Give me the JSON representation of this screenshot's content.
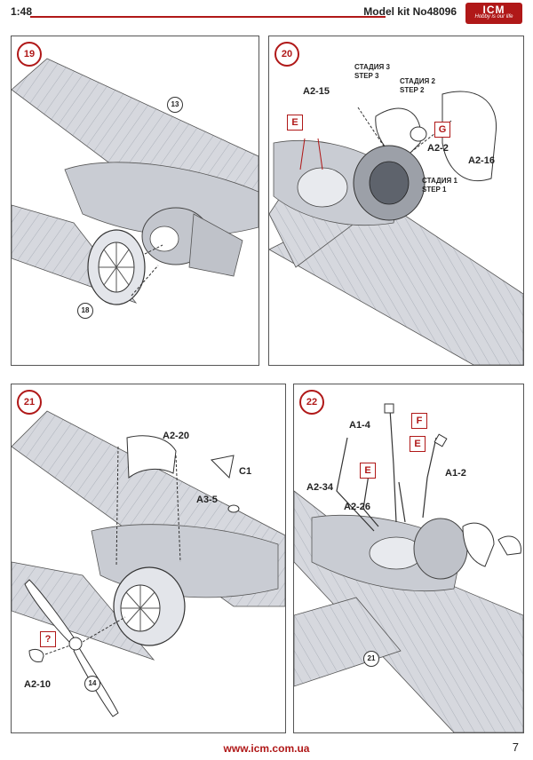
{
  "header": {
    "scale": "1:48",
    "kit": "Model kit No48096",
    "logo": "ICM",
    "slogan": "Hobby is our life"
  },
  "steps": [
    {
      "number": "19",
      "refs": [
        "13",
        "18"
      ]
    },
    {
      "number": "20",
      "parts": [
        "A2-15",
        "A2-2",
        "A2-16"
      ],
      "paint": [
        "E",
        "G"
      ],
      "stages": {
        "s3_ru": "СТАДИЯ 3",
        "s3_en": "STEP 3",
        "s2_ru": "СТАДИЯ 2",
        "s2_en": "STEP 2",
        "s1_ru": "СТАДИЯ 1",
        "s1_en": "STEP 1"
      }
    },
    {
      "number": "21",
      "parts": [
        "A2-20",
        "C1",
        "A3-5",
        "A2-10"
      ],
      "paint": [
        "?"
      ],
      "refs": [
        "14"
      ]
    },
    {
      "number": "22",
      "parts": [
        "A1-4",
        "A1-2",
        "A2-34",
        "A2-26"
      ],
      "paint": [
        "F",
        "E",
        "E"
      ],
      "refs": [
        "21"
      ]
    }
  ],
  "footer": {
    "url": "www.icm.com.ua",
    "page": "7"
  },
  "colors": {
    "accent": "#b01818",
    "aircraft": "#d6d8de"
  }
}
